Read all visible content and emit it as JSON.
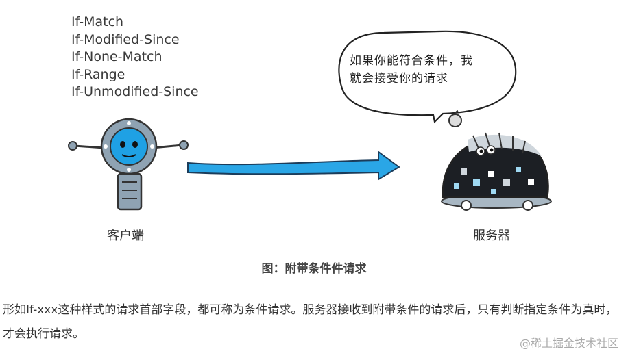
{
  "figure": {
    "headers": [
      "If-Match",
      "If-Modified-Since",
      "If-None-Match",
      "If-Range",
      "If-Unmodified-Since"
    ],
    "bubble_lines": [
      "如果你能符合条件，我",
      "就会接受你的请求"
    ],
    "client_label": "客户端",
    "server_label": "服务器"
  },
  "caption": "图：附带条件件请求",
  "paragraph": "形如If-xxx这种样式的请求首部字段，都可称为条件请求。服务器接收到附带条件的请求后，只有判断指定条件为真时，才会执行请求。",
  "watermark": "@稀土掘金技术社区",
  "colors": {
    "arrow": "#2aa6e6",
    "robot_face": "#1fa1e4",
    "robot_body": "#8fa3b3"
  }
}
